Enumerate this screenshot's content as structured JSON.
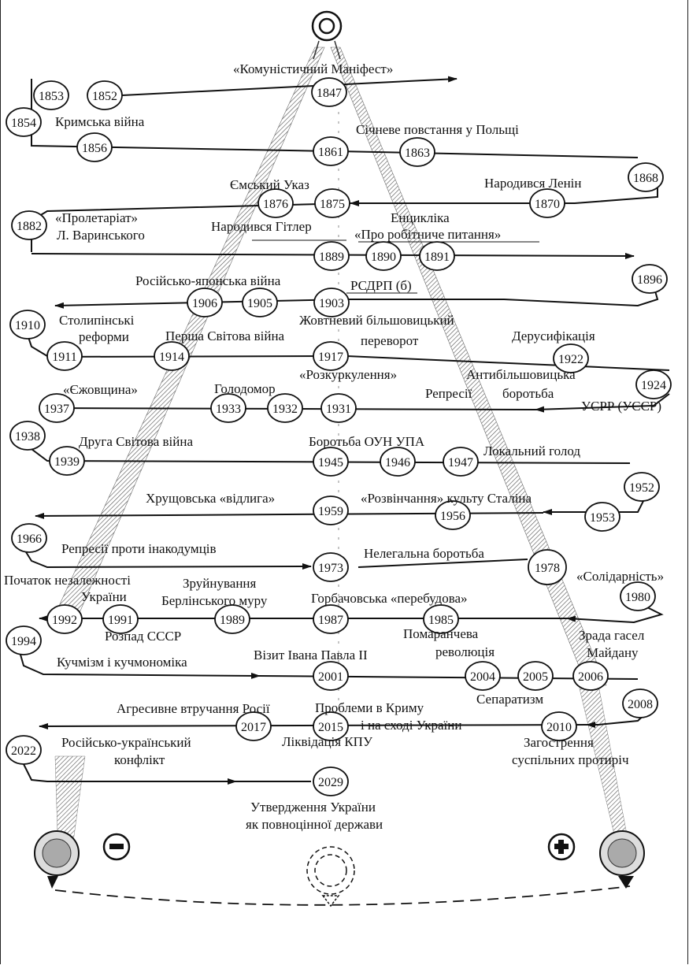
{
  "years": {
    "y1847": "1847",
    "y1852": "1852",
    "y1853": "1853",
    "y1854": "1854",
    "y1856": "1856",
    "y1861": "1861",
    "y1863": "1863",
    "y1868": "1868",
    "y1870": "1870",
    "y1875": "1875",
    "y1876": "1876",
    "y1882": "1882",
    "y1889": "1889",
    "y1890": "1890",
    "y1891": "1891",
    "y1896": "1896",
    "y1903": "1903",
    "y1905": "1905",
    "y1906": "1906",
    "y1910": "1910",
    "y1911": "1911",
    "y1914": "1914",
    "y1917": "1917",
    "y1922": "1922",
    "y1924": "1924",
    "y1931": "1931",
    "y1932": "1932",
    "y1933": "1933",
    "y1937": "1937",
    "y1938": "1938",
    "y1939": "1939",
    "y1945": "1945",
    "y1946": "1946",
    "y1947": "1947",
    "y1952": "1952",
    "y1953": "1953",
    "y1956": "1956",
    "y1959": "1959",
    "y1966": "1966",
    "y1973": "1973",
    "y1978": "1978",
    "y1980": "1980",
    "y1985": "1985",
    "y1987": "1987",
    "y1989": "1989",
    "y1991": "1991",
    "y1992": "1992",
    "y1994": "1994",
    "y2001": "2001",
    "y2004": "2004",
    "y2005": "2005",
    "y2006": "2006",
    "y2008": "2008",
    "y2010": "2010",
    "y2015": "2015",
    "y2017": "2017",
    "y2022": "2022",
    "y2029": "2029"
  },
  "labels": {
    "manifest": "«Комуністичний Маніфест»",
    "crimean": "Кримська війна",
    "january_uprising": "Січневе повстання у Польщі",
    "lenin": "Народився Ленін",
    "ems": "Ємський Указ",
    "proletariat_1": "«Пролетаріат»",
    "proletariat_2": "Л. Варинського",
    "hitler": "Народився Гітлер",
    "encyclical_1": "Енцикліка",
    "encyclical_2": "«Про робітниче питання»",
    "russo_japanese": "Російсько-японська війна",
    "rsdrp": "РСДРП (б)",
    "stolypin_1": "Столипінські",
    "stolypin_2": "реформи",
    "ww1": "Перша Світова війна",
    "october_1": "Жовтневий більшовицький",
    "october_2": "переворот",
    "derussification": "Дерусифікація",
    "antibolshevik_1": "Антибільшовицька",
    "antibolshevik_2": "боротьба",
    "dekulak": "«Розкуркулення»",
    "holodomor": "Голодомор",
    "yezhov": "«Єжовщина»",
    "repressions": "Репресії",
    "ussr": "УСРР (УССР)",
    "ww2": "Друга Світова війна",
    "oun_upa": "Боротьба ОУН  УПА",
    "local_famine": "Локальний голод",
    "thaw": "Хрущовська «відлига»",
    "destalin": "«Розвінчання» культу Сталіна",
    "dissidents": "Репресії проти інакодумців",
    "illegal": "Нелегальна боротьба",
    "solidarity": "«Солідарність»",
    "independence_1": "Початок незалежності",
    "independence_2": "України",
    "berlin_1": "Зруйнування",
    "berlin_2": "Берлінського муру",
    "perestroika": "Горбачовська «перебудова»",
    "ussr_collapse": "Розпад СССР",
    "orange_1": "Помаранчева",
    "orange_2": "революція",
    "betrayal_1": "Зрада гасел",
    "betrayal_2": "Майдану",
    "kuchmism": "Кучмізм і кучмономіка",
    "pope": "Візит Івана Павла ІІ",
    "aggression": "Агресивне втручання Росії",
    "crimea_1": "Проблеми в Криму",
    "crimea_2": "і на сході України",
    "separatism": "Сепаратизм",
    "conflict_1": "Російсько-український",
    "conflict_2": "конфлікт",
    "kpu": "Ліквідація КПУ",
    "contradictions_1": "Загострення",
    "contradictions_2": "суспільних протиріч",
    "statehood_1": "Утвердження України",
    "statehood_2": "як повноцінної держави"
  }
}
